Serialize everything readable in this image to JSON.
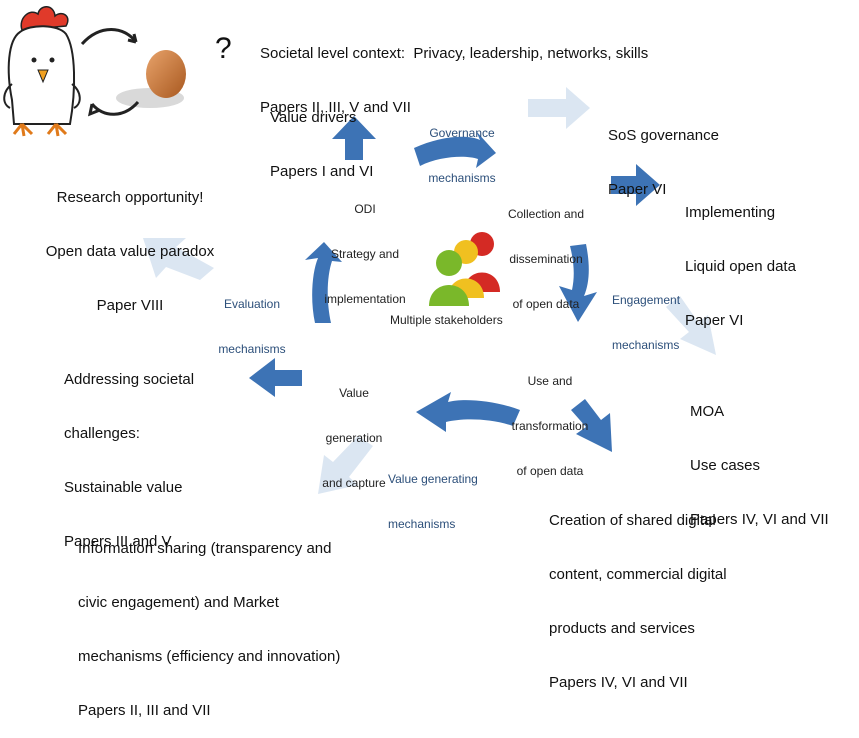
{
  "context": {
    "line1": "Societal level context:  Privacy, leadership, networks, skills",
    "line2": "Papers II, III, V and VII"
  },
  "research": {
    "line1": "Research opportunity!",
    "line2": "Open data value paradox",
    "line3": "Paper VIII"
  },
  "value_drivers": {
    "line1": "Value drivers",
    "line2": "Papers I and VI"
  },
  "governance_mech": {
    "line1": "Governance",
    "line2": "mechanisms"
  },
  "sos": {
    "line1": "SoS governance",
    "line2": "Paper VI"
  },
  "implementing": {
    "line1": "Implementing",
    "line2": "Liquid open data",
    "line3": "Paper VI"
  },
  "odi": {
    "line1": "ODI",
    "line2": "Strategy and",
    "line3": "implementation"
  },
  "collection": {
    "line1": "Collection and",
    "line2": "dissemination",
    "line3": "of open data"
  },
  "evaluation_mech": {
    "line1": "Evaluation",
    "line2": "mechanisms"
  },
  "engagement_mech": {
    "line1": "Engagement",
    "line2": "mechanisms"
  },
  "stakeholders": "Multiple stakeholders",
  "addressing": {
    "line1": "Addressing societal",
    "line2": "challenges:",
    "line3": "Sustainable value",
    "line4": "Papers III and V"
  },
  "value_gen_capture": {
    "line1": "Value",
    "line2": "generation",
    "line3": "and capture"
  },
  "use_transform": {
    "line1": "Use and",
    "line2": "transformation",
    "line3": "of open data"
  },
  "moa": {
    "line1": "MOA",
    "line2": "Use cases",
    "line3": "Papers IV, VI and VII"
  },
  "value_generating_mech": {
    "line1": "Value generating",
    "line2": "mechanisms"
  },
  "creation": {
    "line1": "Creation of shared digital",
    "line2": "content, commercial digital",
    "line3": "products and services",
    "line4": "Papers IV, VI and VII"
  },
  "information": {
    "line1": "Information sharing (transparency and",
    "line2": "civic engagement) and Market",
    "line3": "mechanisms (efficiency and innovation)",
    "line4": "Papers II, III and VII"
  },
  "question_mark": "?",
  "colors": {
    "arrow_dark": "#3d73b5",
    "arrow_light": "#dbe6f2",
    "mechanism_text": "#2c4f7a"
  }
}
